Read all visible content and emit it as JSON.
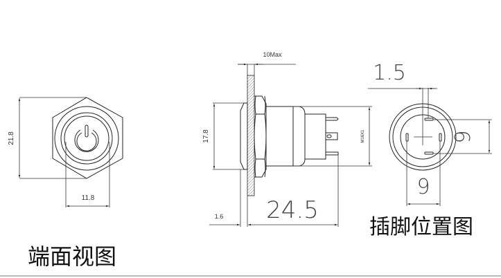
{
  "front_view": {
    "caption": "端面视图",
    "dim_height": "21.8",
    "dim_width": "11.8"
  },
  "side_view": {
    "dim_panel_max": "10Max",
    "dim_head_dia": "17.8",
    "dim_thread": "M16X1",
    "dim_head_thickness": "1.6",
    "dim_length": "24.5"
  },
  "pin_view": {
    "caption": "插脚位置图",
    "dim_pin_width": "1.5",
    "dim_pin_spacing_v": "9",
    "dim_pin_spacing_h": "9"
  }
}
